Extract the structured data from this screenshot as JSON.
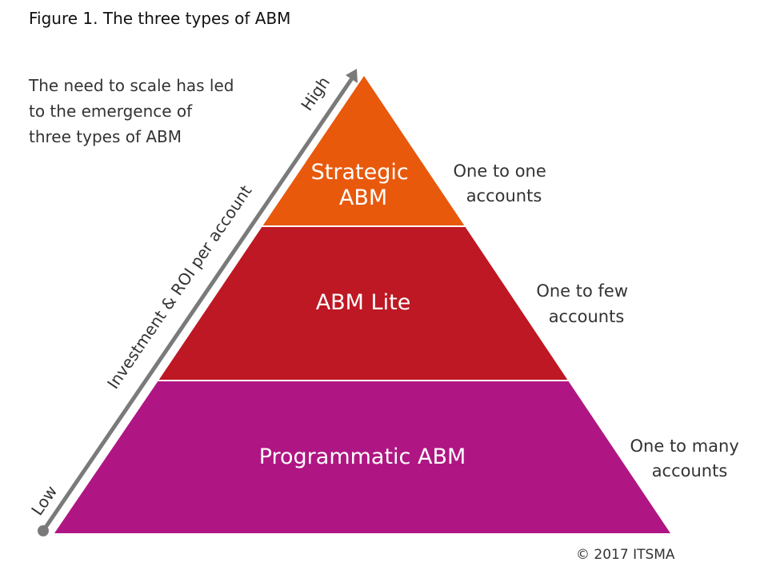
{
  "figure": {
    "title": "Figure 1. The three types of ABM"
  },
  "intro": {
    "lines": [
      "The need to scale has led",
      "to the emergence of",
      "three types of ABM"
    ]
  },
  "axis": {
    "label": "Investment & ROI per account",
    "high": "High",
    "low": "Low",
    "color": "#7a7a7a"
  },
  "tiers": [
    {
      "name_lines": [
        "Strategic",
        "ABM"
      ],
      "description_lines": [
        "One to one",
        "accounts"
      ],
      "color": "#e8590c"
    },
    {
      "name_lines": [
        "ABM Lite"
      ],
      "description_lines": [
        "One to few",
        "accounts"
      ],
      "color": "#bd1823"
    },
    {
      "name_lines": [
        "Programmatic ABM"
      ],
      "description_lines": [
        "One to many",
        "accounts"
      ],
      "color": "#af1683"
    }
  ],
  "copyright": "© 2017 ITSMA"
}
